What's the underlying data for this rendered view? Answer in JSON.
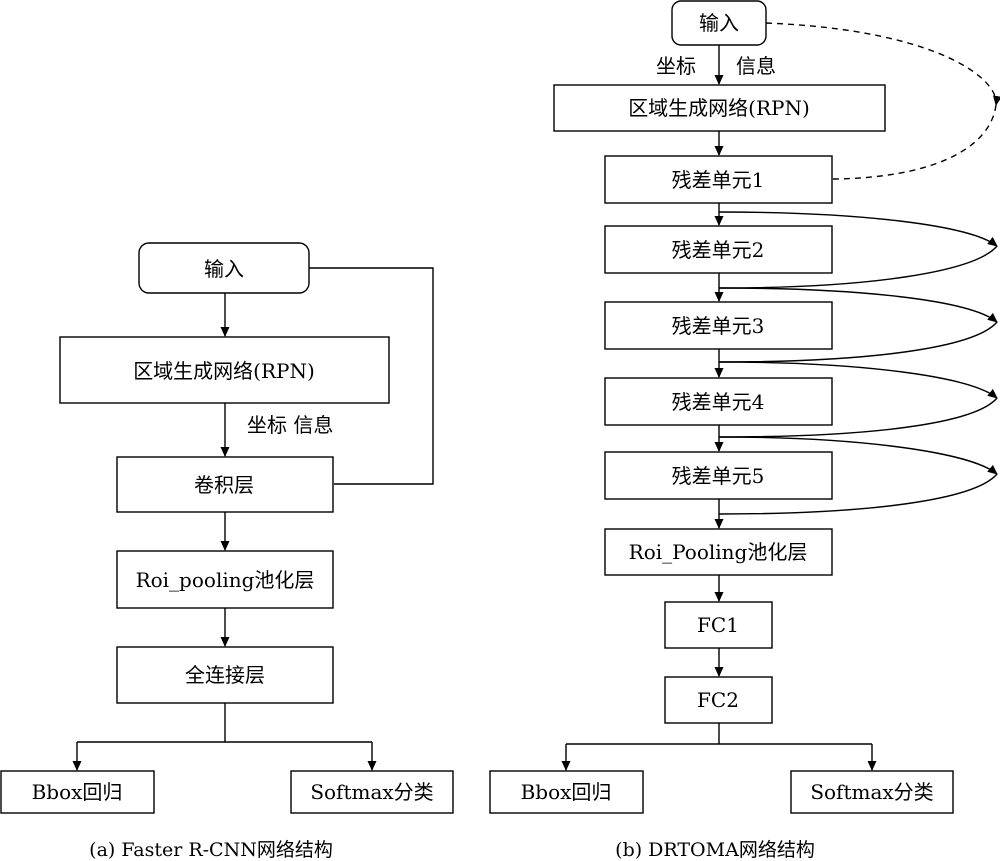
{
  "left": {
    "input": "输入",
    "rpn": "区域生成网络(RPN)",
    "edge_label": "坐标 信息",
    "conv": "卷积层",
    "roi": "Roi_pooling池化层",
    "fc": "全连接层",
    "bbox": "Bbox回归",
    "softmax": "Softmax分类",
    "caption": "(a) Faster R-CNN网络结构"
  },
  "right": {
    "input": "输入",
    "edge_label_left": "坐标",
    "edge_label_right": "信息",
    "rpn": "区域生成网络(RPN)",
    "res1": "残差单元1",
    "res2": "残差单元2",
    "res3": "残差单元3",
    "res4": "残差单元4",
    "res5": "残差单元5",
    "roi": "Roi_Pooling池化层",
    "fc1": "FC1",
    "fc2": "FC2",
    "bbox": "Bbox回归",
    "softmax": "Softmax分类",
    "caption": "(b) DRTOMA网络结构"
  }
}
